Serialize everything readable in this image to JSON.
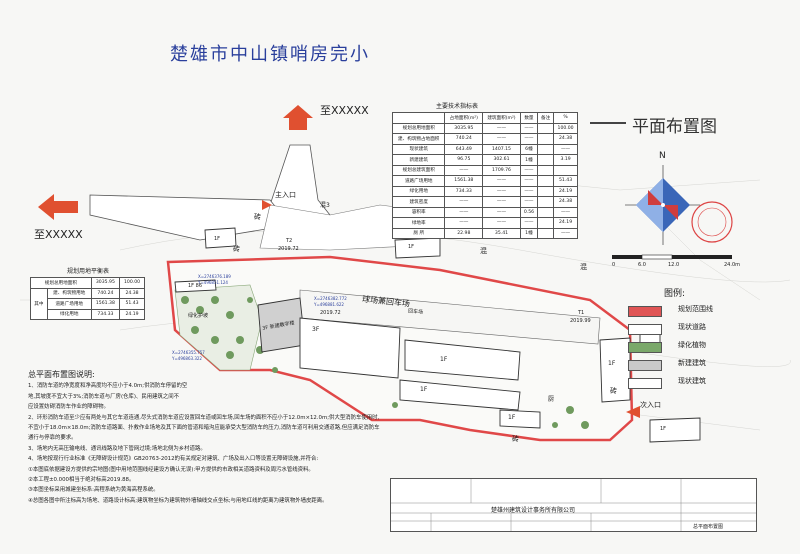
{
  "title": "楚雄市中山镇哨房完小",
  "plan_title": "平面布置图",
  "north_label": "N",
  "scale": {
    "ticks": [
      "0",
      "6.0",
      "12.0",
      "24.0m"
    ]
  },
  "directions": {
    "north": "至XXXXX",
    "west": "至XXXXX",
    "main_entrance": "主入口",
    "secondary_entrance": "次入口"
  },
  "site_labels": {
    "playground": "球场兼回车场",
    "turnaround": "回车场",
    "existing_building": "现状建筑",
    "new_building": "3F 新建教学楼",
    "green": "绿化护坡",
    "t1": "T1",
    "t1_elev": "2019.99",
    "t2": "T2",
    "t2_elev": "2019.72",
    "elev_a": "2019.72",
    "coord_a": "X=2746382.772",
    "coord_a2": "Y=496881.622",
    "coord_b": "X=2746376.189",
    "coord_b2": "Y=496851.124",
    "coord_c": "X=2746355.757",
    "coord_c2": "Y=496863.322",
    "b1": "3F",
    "b2": "1F",
    "b3": "1F",
    "b4": "1F",
    "b5": "1F",
    "b6": "1F 86",
    "b7": "1F",
    "b8": "1F",
    "b9": "1F",
    "b10": "1F",
    "brick1": "砖",
    "brick2": "砖",
    "brick3": "砖",
    "brick4": "砖",
    "mixed1": "混",
    "mixed2": "混",
    "mixed3": "混",
    "kitchen": "厨",
    "mixed4": "混3"
  },
  "tech_table": {
    "caption": "主要技术指标表",
    "headers": [
      "",
      "占地面积(m²)",
      "建筑面积(m²)",
      "数量",
      "备注",
      "%"
    ],
    "rows": [
      [
        "规划总用地面积",
        "3035.95",
        "——",
        "——",
        "",
        "100.00"
      ],
      [
        "建、构筑物占地面积",
        "740.24",
        "——",
        "——",
        "",
        "24.38"
      ],
      [
        "现状建筑",
        "643.49",
        "1407.15",
        "6幢",
        "",
        "——"
      ],
      [
        "新建建筑",
        "96.75",
        "302.61",
        "1幢",
        "",
        "3.19"
      ],
      [
        "规划总建筑面积",
        "——",
        "1709.76",
        "——",
        "",
        ""
      ],
      [
        "道路广场用地",
        "1561.38",
        "——",
        "——",
        "",
        "51.43"
      ],
      [
        "绿化用地",
        "734.33",
        "——",
        "——",
        "",
        "24.19"
      ],
      [
        "建筑密度",
        "——",
        "——",
        "——",
        "",
        "24.38"
      ],
      [
        "容积率",
        "——",
        "——",
        "0.56",
        "",
        "——"
      ],
      [
        "绿地率",
        "——",
        "——",
        "——",
        "",
        "24.19"
      ],
      [
        "厕  所",
        "22.98",
        "35.41",
        "1幢",
        "",
        "——"
      ]
    ]
  },
  "land_table": {
    "caption": "规划用地平衡表",
    "rows": [
      [
        "规划总用地面积",
        "3035.95",
        "100.00"
      ],
      [
        "建、构筑物用地",
        "740.24",
        "24.38"
      ],
      [
        "道路广场用地",
        "1561.38",
        "51.43"
      ],
      [
        "绿化用地",
        "734.33",
        "24.19"
      ]
    ],
    "group_label": "其中"
  },
  "legend": {
    "caption": "图例:",
    "items": [
      {
        "label": "规划范围线",
        "color": "#e05555"
      },
      {
        "label": "现状道路",
        "color": "#ffffff"
      },
      {
        "label": "绿化植物",
        "color": "#7aa86a"
      },
      {
        "label": "新建建筑",
        "color": "#c9c9c9"
      },
      {
        "label": "现状建筑",
        "color": "#ffffff"
      }
    ]
  },
  "notes": {
    "heading": "总平面布置图说明:",
    "lines": [
      "1、消防车道的净宽度和净高度均不应小于4.0m;供消防车停留的空",
      "地,其坡度不宜大于3%;消防车道与厂房(仓库)、民用建筑之间不",
      "应设置妨碍消防车作业的障碍物。",
      "2、环形消防车道至少应有两处与其它车道连通,尽头式消防车道应设置回车道或回车场,回车场的面积不应小于12.0m×12.0m;供大型消防车使用时,",
      "不宜小于18.0m×18.0m;消防车道路面、扑救作业场地及其下面的管道和暗沟应能承受大型消防车的压力,消防车道可利用交通道路,但应满足消防车",
      "通行与停靠的要求。",
      "3、场地内无高压输电线、通讯线路及地下管网过境;场地北侧为乡村道路。",
      "4、场地按现行行业标准《无障碍设计规范》GB20763-2012的有关规定对建筑、广场及出入口等设置无障碍设施,并符合:",
      "①本图底依据建设方提供的宗地图(图中用地范围线经建设方确认无误):甲方提供的市政相关道路资料及周污水管线资料。",
      "②本工程±0.000相当于绝对标高2019.88。",
      "③本图坐标采用城建坐标系:高程系统为黄海高程系统。",
      "④总图各图中所注标高为场地、道路设计标高;建筑物坐标为建筑物外墙轴线交点坐标;与用地红线的距离为建筑物外墙皮距离。"
    ]
  },
  "title_block": {
    "firm": "楚雄州建筑设计事务所有限公司",
    "drawing": "总平面布置图"
  }
}
